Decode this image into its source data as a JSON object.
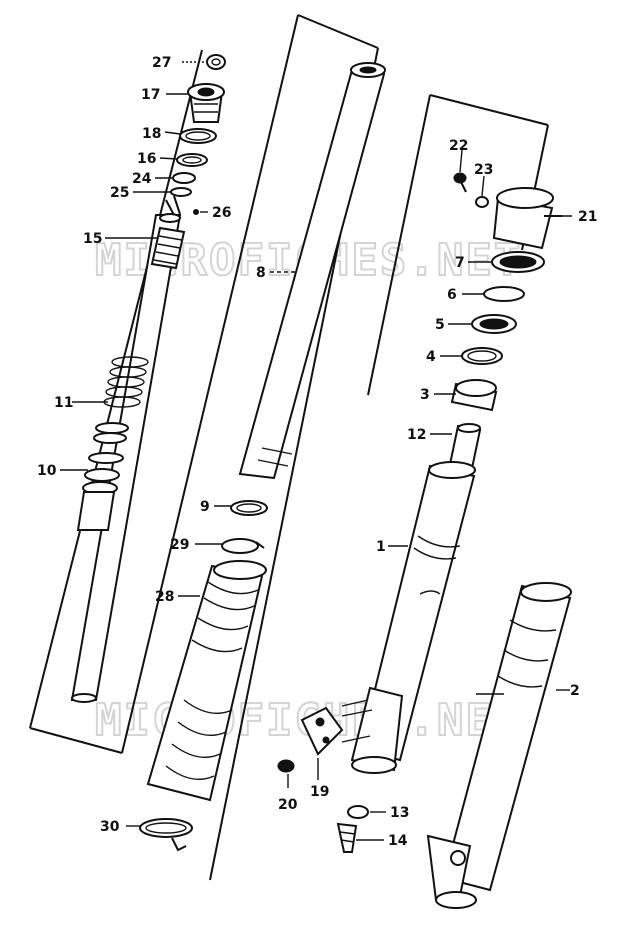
{
  "watermark": "MICROFICHES.NET",
  "callouts": {
    "c1": "1",
    "c2": "2",
    "c3": "3",
    "c4": "4",
    "c5": "5",
    "c6": "6",
    "c7": "7",
    "c8": "8",
    "c9": "9",
    "c10": "10",
    "c11": "11",
    "c12": "12",
    "c13": "13",
    "c14": "14",
    "c15": "15",
    "c16": "16",
    "c17": "17",
    "c18": "18",
    "c19": "19",
    "c20": "20",
    "c21": "21",
    "c22": "22",
    "c23": "23",
    "c24": "24",
    "c25": "25",
    "c26": "26",
    "c27": "27",
    "c28": "28",
    "c29": "29",
    "c30": "30"
  }
}
